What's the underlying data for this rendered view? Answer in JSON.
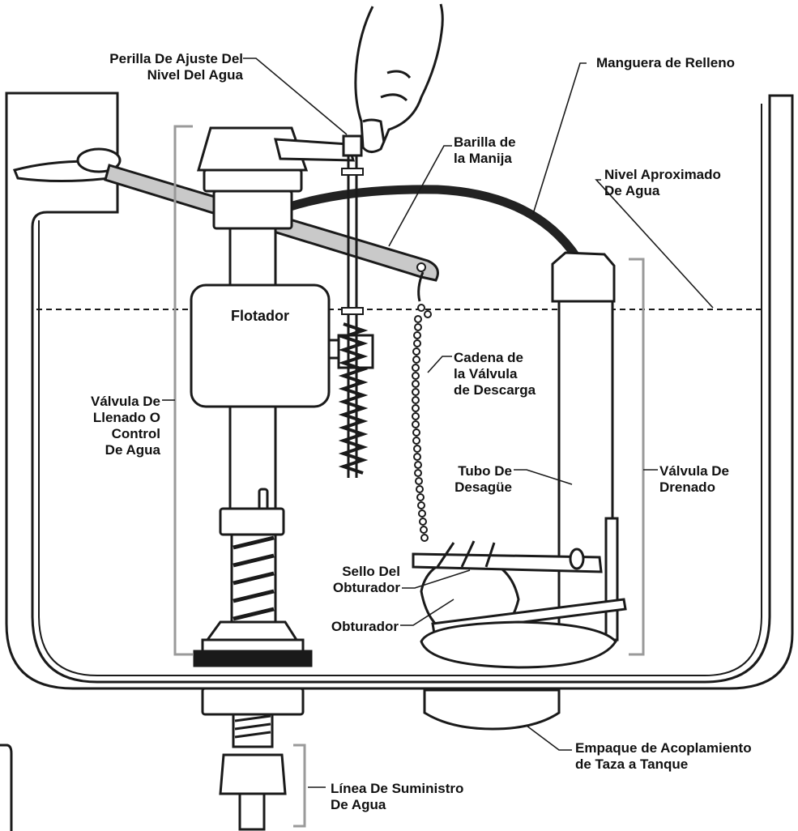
{
  "labels": {
    "adjust_knob": [
      "Perilla De Ajuste Del",
      "Nivel Del Agua"
    ],
    "refill_hose": [
      "Manguera de Relleno"
    ],
    "handle_rod": [
      "Barilla de",
      "la Manija"
    ],
    "water_level": [
      "Nivel Aproximado",
      "De Agua"
    ],
    "float": [
      "Flotador"
    ],
    "chain": [
      "Cadena de",
      "la Válvula",
      "de Descarga"
    ],
    "fill_valve": [
      "Válvula De",
      "Llenado O",
      "Control",
      "De Agua"
    ],
    "overflow_tube": [
      "Tubo De",
      "Desagüe"
    ],
    "flush_valve": [
      "Válvula De",
      "Drenado"
    ],
    "flapper_seal": [
      "Sello Del",
      "Obturador"
    ],
    "flapper": [
      "Obturador"
    ],
    "gasket": [
      "Empaque de Acoplamiento",
      "de Taza a Tanque"
    ],
    "supply_line": [
      "Línea De Suministro",
      "De Agua"
    ]
  },
  "colors": {
    "line": "#1a1a1a",
    "part_fill": "#ffffff",
    "arm_fill": "#c9c9c9",
    "hose": "#222222",
    "bracket": "#9a9a9a"
  }
}
